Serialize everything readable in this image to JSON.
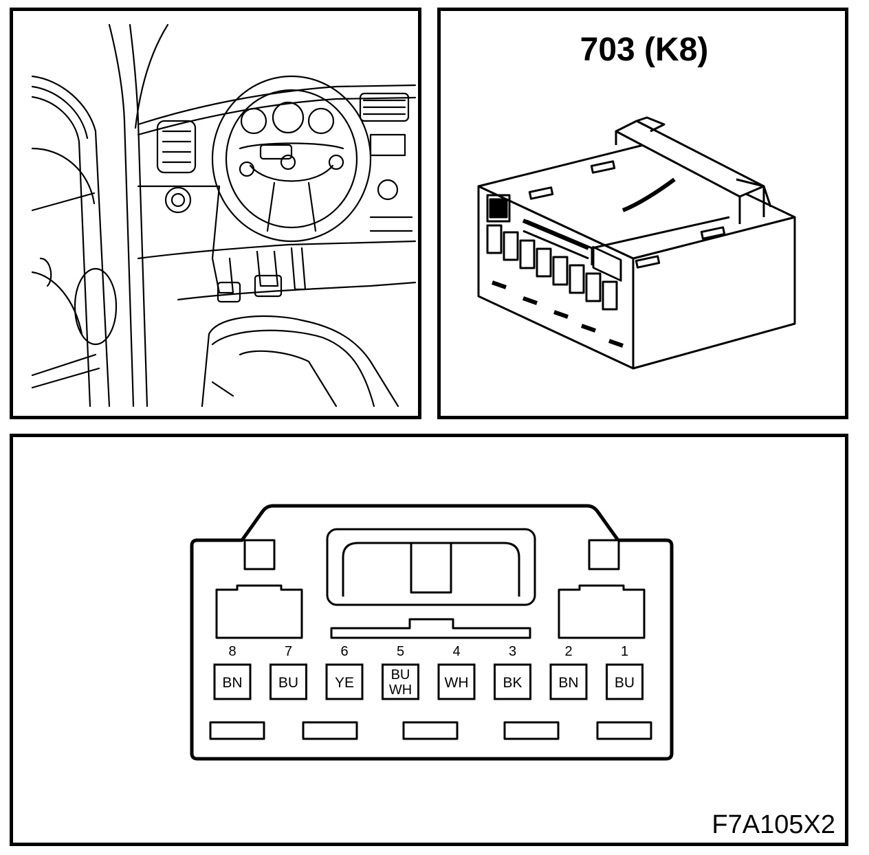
{
  "connector": {
    "title": "703 (K8)"
  },
  "pins": [
    {
      "number": "8",
      "color": "BN"
    },
    {
      "number": "7",
      "color": "BU"
    },
    {
      "number": "6",
      "color": "YE"
    },
    {
      "number": "5",
      "color": "BU",
      "color2": "WH"
    },
    {
      "number": "4",
      "color": "WH"
    },
    {
      "number": "3",
      "color": "BK"
    },
    {
      "number": "2",
      "color": "BN"
    },
    {
      "number": "1",
      "color": "BU"
    }
  ],
  "figure_id": "F7A105X2"
}
